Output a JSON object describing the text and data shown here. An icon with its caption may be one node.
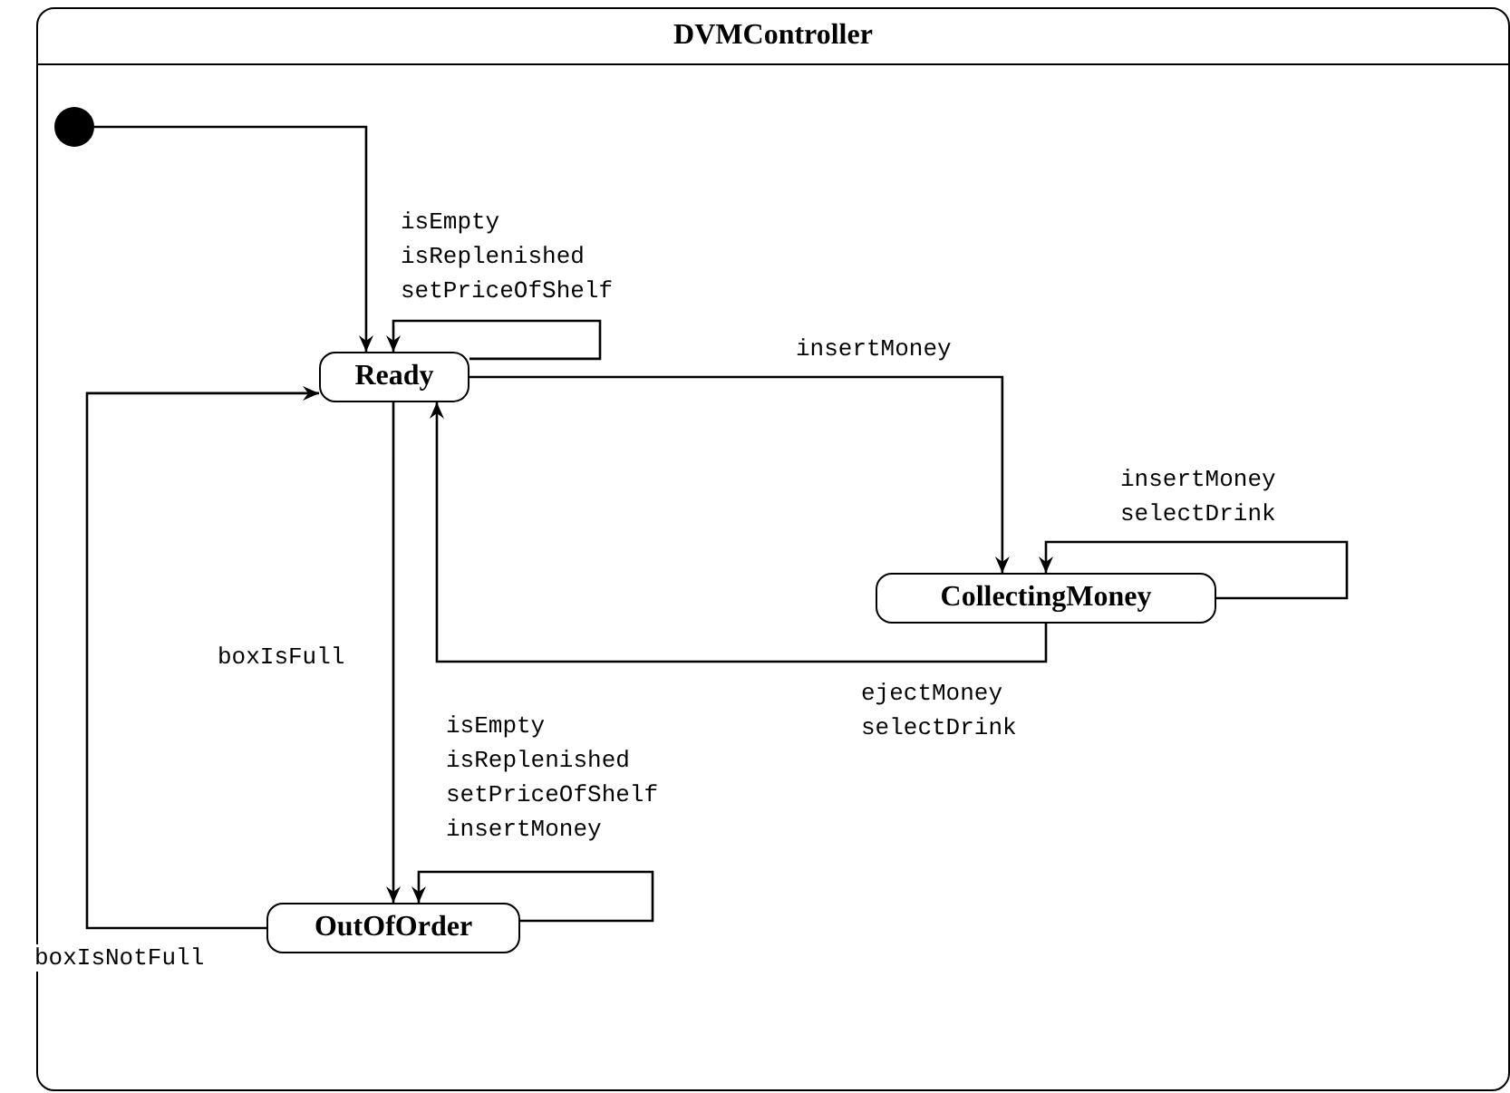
{
  "diagram": {
    "nodes": [
      {
        "text": [
          "DVMController"
        ]
      },
      {
        "text": [],
        "shape": "circle",
        "in": 0
      },
      {
        "text": [
          "Ready"
        ],
        "in": 0
      },
      {
        "text": [
          "CollectingMoney"
        ],
        "in": 0
      },
      {
        "text": [
          "OutOfOrder"
        ],
        "in": 0
      }
    ],
    "edges": [
      {
        "from": 1,
        "to": 2,
        "arrow": "to"
      },
      {
        "from": 2,
        "to": 2,
        "arrow": "to",
        "label": "isEmpty isReplenished setPriceOfShelf"
      },
      {
        "from": 2,
        "to": 3,
        "arrow": "to",
        "label": "insertMoney"
      },
      {
        "from": 3,
        "to": 3,
        "arrow": "to",
        "label": "insertMoney selectDrink"
      },
      {
        "from": 3,
        "to": 2,
        "arrow": "to",
        "label": "ejectMoney selectDrink"
      },
      {
        "from": 2,
        "to": 4,
        "arrow": "to",
        "label": "boxIsFull"
      },
      {
        "from": 4,
        "to": 4,
        "arrow": "to",
        "label": "isEmpty isReplenished setPriceOfShelf insertMoney"
      },
      {
        "from": 4,
        "to": 2,
        "arrow": "to",
        "label": "boxIsNotFull"
      }
    ]
  }
}
